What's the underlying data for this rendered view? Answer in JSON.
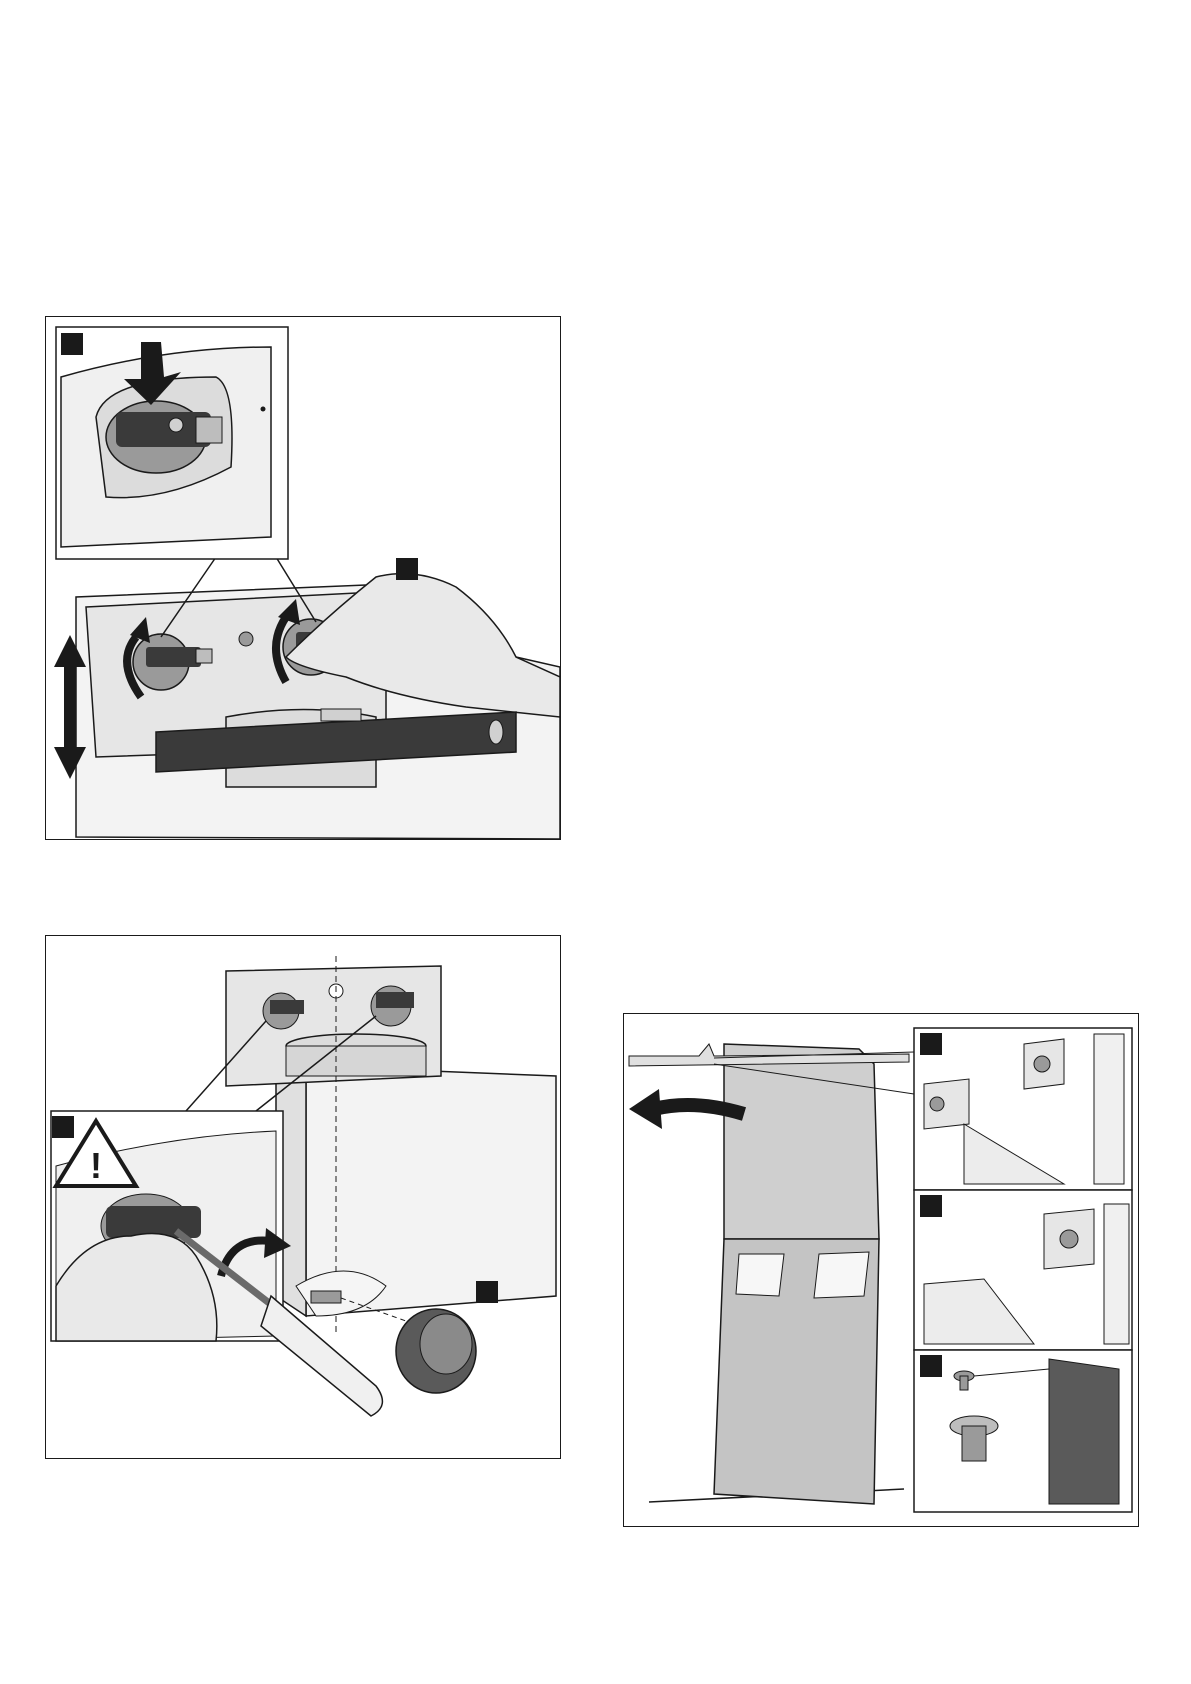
{
  "page": {
    "background": "#ffffff",
    "ink_color": "#1a1a1a",
    "fill_light": "#ececec",
    "fill_mid": "#bdbdbd",
    "fill_dark": "#3a3a3a"
  },
  "figures": [
    {
      "id": "fig-level-brackets",
      "icons": [
        "downward-arrow-icon",
        "rotate-arrow-icon",
        "vertical-double-arrow-icon",
        "spirit-level-icon",
        "hand-icon"
      ],
      "markers": 2
    },
    {
      "id": "fig-screw-brackets",
      "icons": [
        "warning-triangle-icon",
        "screwdriver-icon",
        "rotate-arrow-icon",
        "knob-nut-icon",
        "hand-icon"
      ],
      "markers": 2,
      "warning_symbol": "!"
    },
    {
      "id": "fig-attach-chimney",
      "icons": [
        "curved-arrow-left-icon",
        "chimney-duct-icon",
        "bracket-icon",
        "screw-icon"
      ],
      "markers": 3
    }
  ]
}
